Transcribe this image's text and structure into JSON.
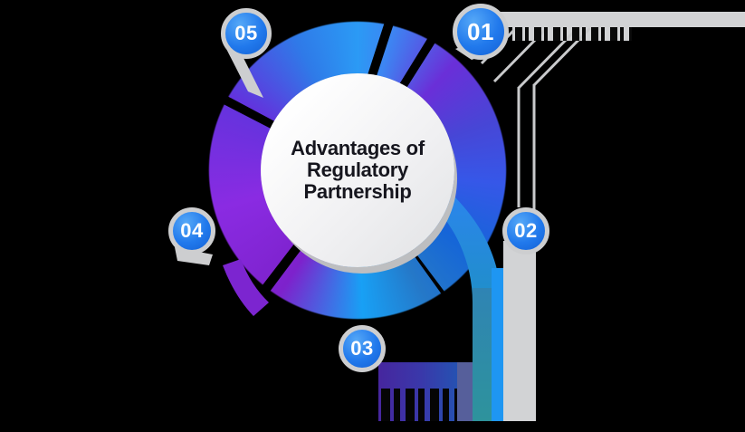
{
  "title": {
    "full": "Advantages of Regulatory Partnership",
    "lines": [
      "Advantages of",
      "Regulatory",
      "Partnership"
    ]
  },
  "badges": [
    {
      "number": "01"
    },
    {
      "number": "02"
    },
    {
      "number": "03"
    },
    {
      "number": "04"
    },
    {
      "number": "05"
    }
  ],
  "colors": {
    "background": "#000000",
    "badge_blue": "#2179ec",
    "badge_ring_gray": "#cdced0",
    "label_band_gray": "#d2d3d5",
    "ring_bright_blue": "#2b9af5",
    "ring_indigo": "#3657e8",
    "ring_purple": "#8a2be2",
    "ring_cyan": "#18a0f5",
    "ring_teal": "#2e939c",
    "block_purple": "#46269e",
    "block_blue": "#1d5cb5",
    "title_text": "#16161e",
    "badge_number_text": "#ffffff"
  }
}
